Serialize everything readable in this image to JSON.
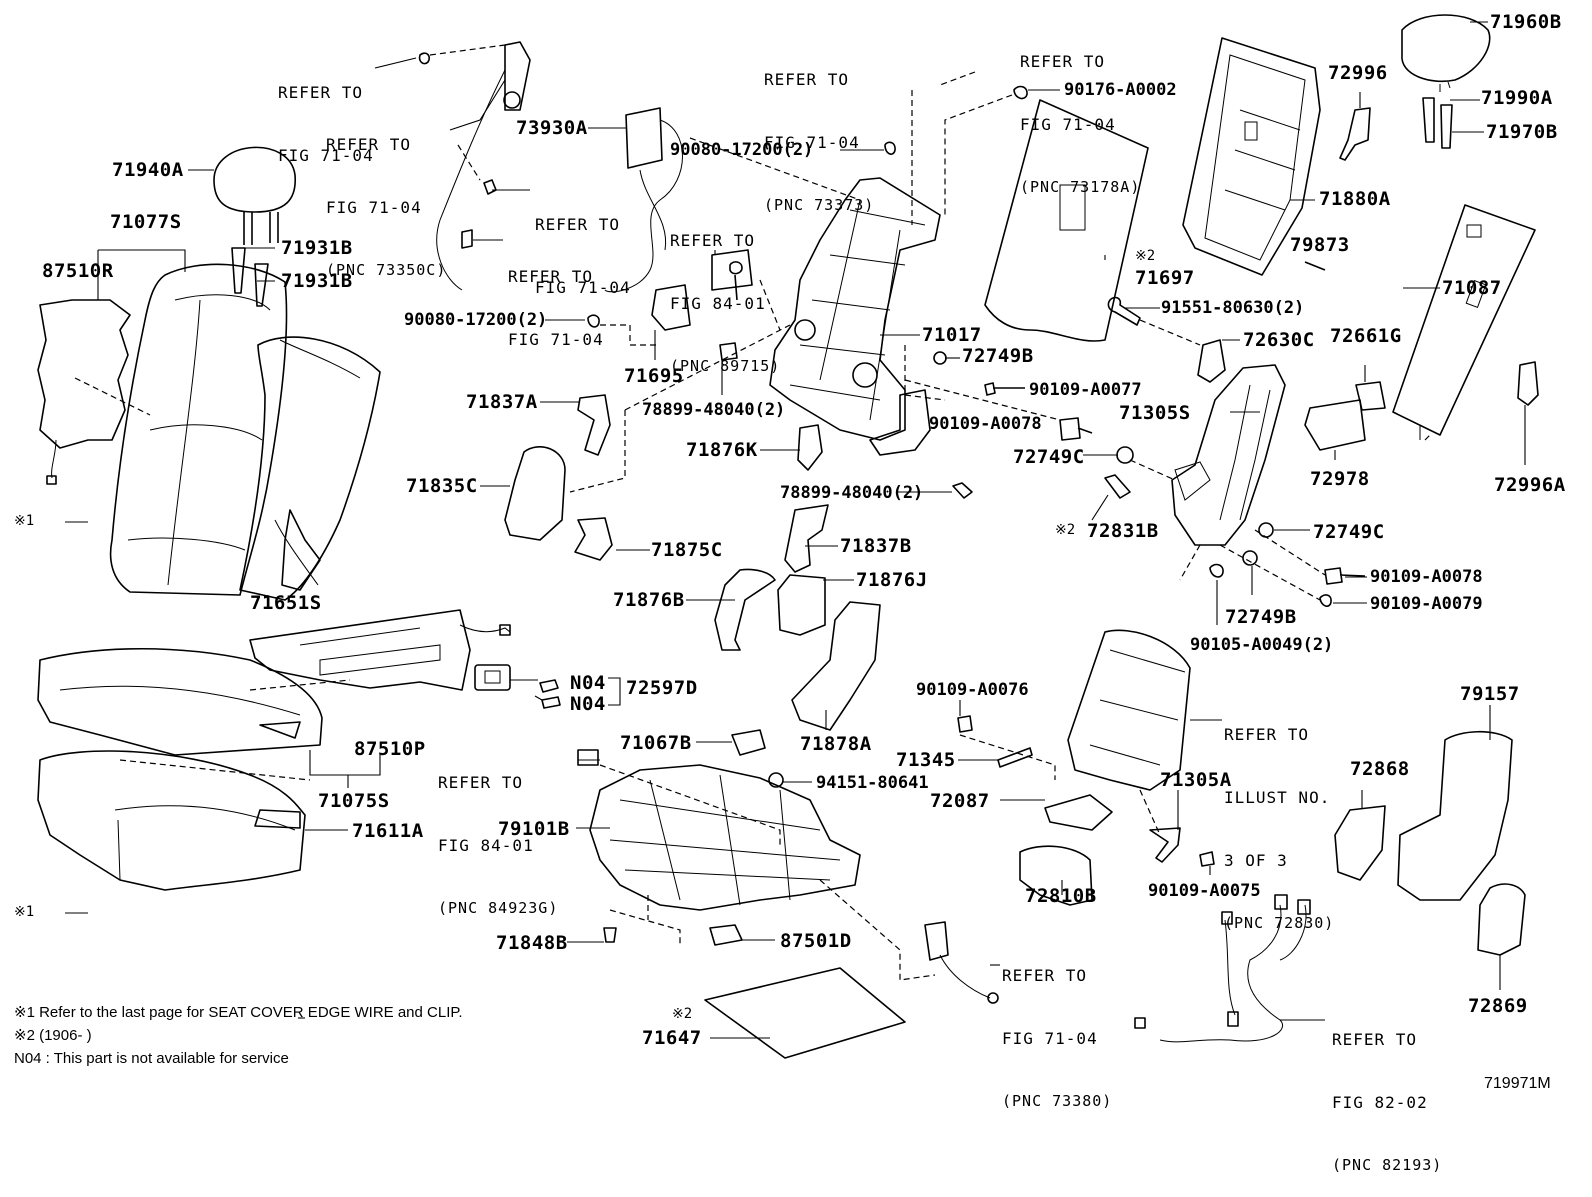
{
  "diagram_id": "719971M",
  "part_labels": [
    {
      "id": "71940A",
      "text": "71940A"
    },
    {
      "id": "71077S",
      "text": "71077S"
    },
    {
      "id": "87510R",
      "text": "87510R"
    },
    {
      "id": "71931B-1",
      "text": "71931B"
    },
    {
      "id": "71931B-2",
      "text": "71931B"
    },
    {
      "id": "90080-17200-a",
      "text": "90080-17200(2)"
    },
    {
      "id": "90080-17200-b",
      "text": "90080-17200(2)"
    },
    {
      "id": "73930A",
      "text": "73930A"
    },
    {
      "id": "71695",
      "text": "71695"
    },
    {
      "id": "71837A",
      "text": "71837A"
    },
    {
      "id": "78899-48040-a",
      "text": "78899-48040(2)"
    },
    {
      "id": "78899-48040-b",
      "text": "78899-48040(2)"
    },
    {
      "id": "71876K",
      "text": "71876K"
    },
    {
      "id": "71835C",
      "text": "71835C"
    },
    {
      "id": "71875C",
      "text": "71875C"
    },
    {
      "id": "71837B",
      "text": "71837B"
    },
    {
      "id": "71876J",
      "text": "71876J"
    },
    {
      "id": "71876B",
      "text": "71876B"
    },
    {
      "id": "71651S",
      "text": "71651S"
    },
    {
      "id": "71017",
      "text": "71017"
    },
    {
      "id": "72749B-1",
      "text": "72749B"
    },
    {
      "id": "90109-A0077",
      "text": "90109-A0077"
    },
    {
      "id": "90109-A0078-1",
      "text": "90109-A0078"
    },
    {
      "id": "72749C-1",
      "text": "72749C"
    },
    {
      "id": "72831B",
      "text": "72831B"
    },
    {
      "id": "71697",
      "text": "71697"
    },
    {
      "id": "90176-A0002",
      "text": "90176-A0002"
    },
    {
      "id": "91551-80630",
      "text": "91551-80630(2)"
    },
    {
      "id": "72630C",
      "text": "72630C"
    },
    {
      "id": "71305S",
      "text": "71305S"
    },
    {
      "id": "72749C-2",
      "text": "72749C"
    },
    {
      "id": "90109-A0078-2",
      "text": "90109-A0078"
    },
    {
      "id": "72749B-2",
      "text": "72749B"
    },
    {
      "id": "90109-A0079",
      "text": "90109-A0079"
    },
    {
      "id": "90105-A0049",
      "text": "90105-A0049(2)"
    },
    {
      "id": "71960B",
      "text": "71960B"
    },
    {
      "id": "72996",
      "text": "72996"
    },
    {
      "id": "71990A",
      "text": "71990A"
    },
    {
      "id": "71970B",
      "text": "71970B"
    },
    {
      "id": "71880A",
      "text": "71880A"
    },
    {
      "id": "79873",
      "text": "79873"
    },
    {
      "id": "71087",
      "text": "71087"
    },
    {
      "id": "72661G",
      "text": "72661G"
    },
    {
      "id": "72978",
      "text": "72978"
    },
    {
      "id": "72996A",
      "text": "72996A"
    },
    {
      "id": "72597D",
      "text": "72597D"
    },
    {
      "id": "N04-a",
      "text": "N04"
    },
    {
      "id": "N04-b",
      "text": "N04"
    },
    {
      "id": "87510P",
      "text": "87510P"
    },
    {
      "id": "71075S",
      "text": "71075S"
    },
    {
      "id": "71611A",
      "text": "71611A"
    },
    {
      "id": "71067B",
      "text": "71067B"
    },
    {
      "id": "94151-80641",
      "text": "94151-80641"
    },
    {
      "id": "79101B",
      "text": "79101B"
    },
    {
      "id": "71848B",
      "text": "71848B"
    },
    {
      "id": "87501D",
      "text": "87501D"
    },
    {
      "id": "71647",
      "text": "71647"
    },
    {
      "id": "71878A",
      "text": "71878A"
    },
    {
      "id": "90109-A0076",
      "text": "90109-A0076"
    },
    {
      "id": "71345",
      "text": "71345"
    },
    {
      "id": "72087",
      "text": "72087"
    },
    {
      "id": "72810B",
      "text": "72810B"
    },
    {
      "id": "71305A",
      "text": "71305A"
    },
    {
      "id": "90109-A0075",
      "text": "90109-A0075"
    },
    {
      "id": "79157",
      "text": "79157"
    },
    {
      "id": "72868",
      "text": "72868"
    },
    {
      "id": "72869",
      "text": "72869"
    }
  ],
  "references": [
    {
      "id": "ref-71-04-a",
      "lines": [
        "REFER TO",
        "FIG 71-04"
      ]
    },
    {
      "id": "ref-71-04-73350c",
      "lines": [
        "REFER TO",
        "FIG 71-04",
        "(PNC 73350C)"
      ]
    },
    {
      "id": "ref-71-04-b",
      "lines": [
        "REFER TO",
        "FIG 71-04"
      ]
    },
    {
      "id": "ref-71-04-c",
      "lines": [
        "REFER TO",
        "FIG 71-04"
      ]
    },
    {
      "id": "ref-71-04-73373",
      "lines": [
        "REFER TO",
        "FIG 71-04",
        "(PNC 73373)"
      ]
    },
    {
      "id": "ref-71-04-73178a",
      "lines": [
        "REFER TO",
        "FIG 71-04",
        "(PNC 73178A)"
      ]
    },
    {
      "id": "ref-84-01-89715",
      "lines": [
        "REFER TO",
        "FIG 84-01",
        "(PNC 89715)"
      ]
    },
    {
      "id": "ref-84-01-84923g",
      "lines": [
        "REFER TO",
        "FIG 84-01",
        "(PNC 84923G)"
      ]
    },
    {
      "id": "ref-71-04-73380",
      "lines": [
        "REFER TO",
        "FIG 71-04",
        "(PNC 73380)"
      ]
    },
    {
      "id": "ref-illust-3",
      "lines": [
        "REFER TO",
        "ILLUST NO.",
        "3 OF 3",
        "(PNC 72830)"
      ]
    },
    {
      "id": "ref-82-02-82193",
      "lines": [
        "REFER TO",
        "FIG 82-02",
        "(PNC 82193)"
      ]
    }
  ],
  "marks": {
    "note1_mark_a": "※1",
    "note1_mark_b": "※1",
    "note2_mark_a": "※2",
    "note2_mark_b": "※2",
    "note2_mark_c": "※2"
  },
  "footnotes": {
    "note1": "※1  Refer to the last page for SEAT COVER EDGE WIRE and CLIP.",
    "note2": "※2  (1906-          )",
    "n04": "N04 : This part is not available for service"
  }
}
